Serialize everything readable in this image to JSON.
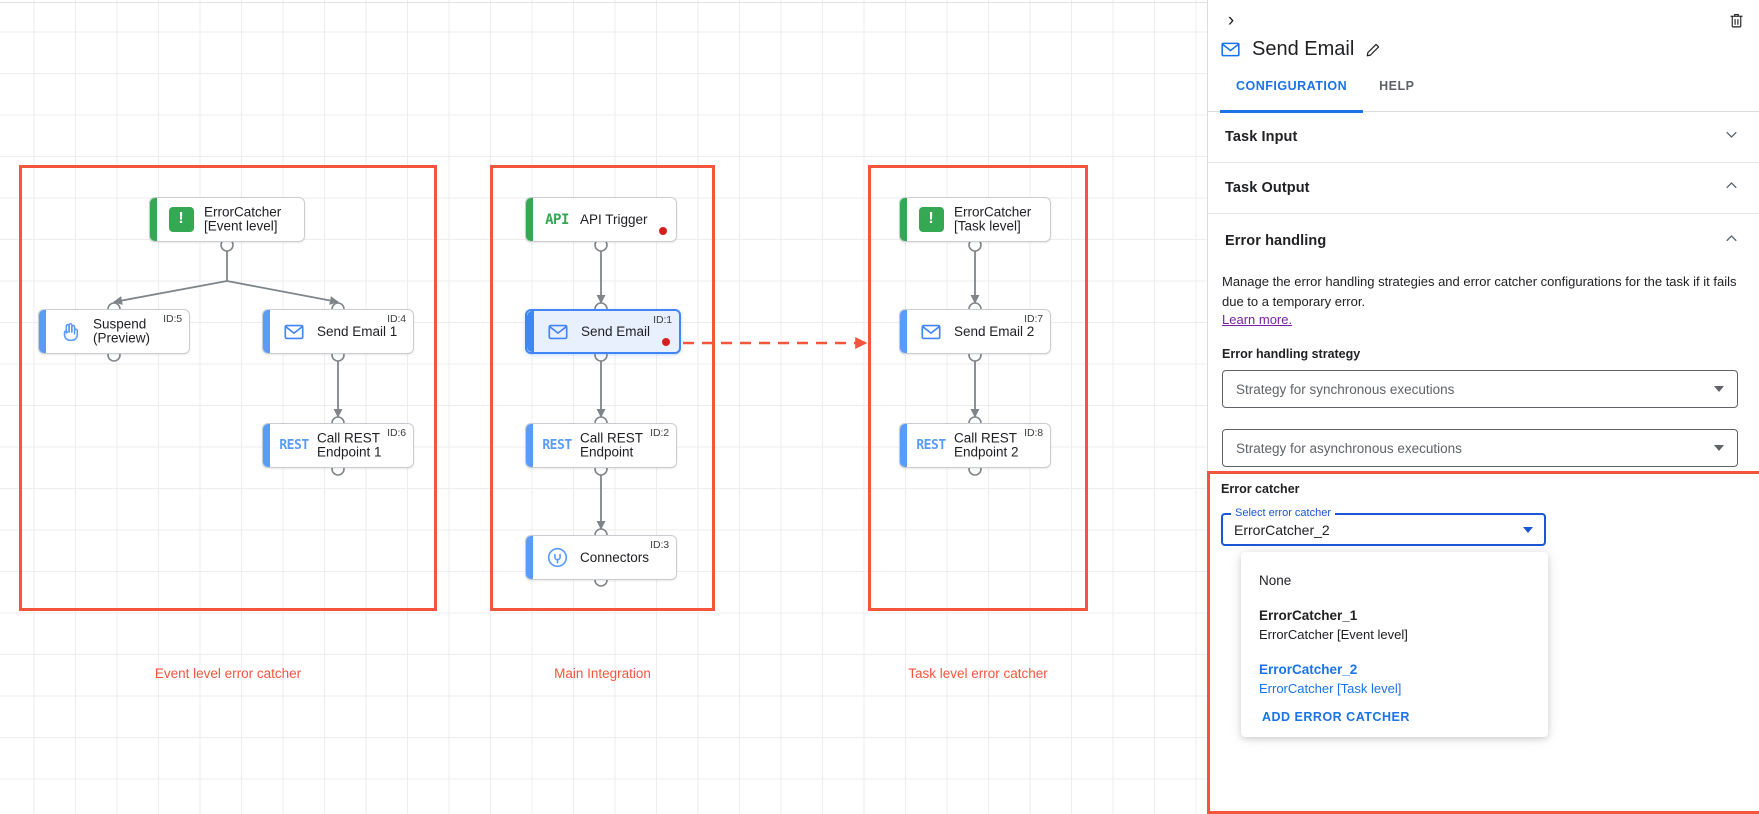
{
  "canvas": {
    "groups": [
      {
        "id": "event-level",
        "caption": "Event level error catcher"
      },
      {
        "id": "main-integration",
        "caption": "Main Integration"
      },
      {
        "id": "task-level",
        "caption": "Task level error catcher"
      }
    ],
    "nodes": {
      "error_catcher_event": {
        "label": "ErrorCatcher\n[Event level]",
        "icon": "error-catcher-icon",
        "id_badge": ""
      },
      "suspend": {
        "label": "Suspend\n(Preview)",
        "icon": "hand-icon",
        "id_badge": "ID:5"
      },
      "send_email_1": {
        "label": "Send Email 1",
        "icon": "envelope-icon",
        "id_badge": "ID:4"
      },
      "call_rest_1": {
        "label": "Call REST\nEndpoint 1",
        "icon": "rest-icon",
        "id_badge": "ID:6"
      },
      "api_trigger": {
        "label": "API Trigger",
        "icon": "api-icon",
        "id_badge": ""
      },
      "send_email": {
        "label": "Send Email",
        "icon": "envelope-icon",
        "id_badge": "ID:1"
      },
      "call_rest": {
        "label": "Call REST\nEndpoint",
        "icon": "rest-icon",
        "id_badge": "ID:2"
      },
      "connectors": {
        "label": "Connectors",
        "icon": "connectors-plug-icon",
        "id_badge": "ID:3"
      },
      "error_catcher_task": {
        "label": "ErrorCatcher\n[Task level]",
        "icon": "error-catcher-icon",
        "id_badge": ""
      },
      "send_email_2": {
        "label": "Send Email 2",
        "icon": "envelope-icon",
        "id_badge": "ID:7"
      },
      "call_rest_2": {
        "label": "Call REST\nEndpoint 2",
        "icon": "rest-icon",
        "id_badge": "ID:8"
      }
    },
    "icon_text": {
      "api": "API",
      "rest": "REST",
      "error_catcher": "!"
    }
  },
  "panel": {
    "title": "Send Email",
    "tabs": [
      {
        "key": "configuration",
        "label": "CONFIGURATION",
        "active": true
      },
      {
        "key": "help",
        "label": "HELP",
        "active": false
      }
    ],
    "sections": [
      {
        "key": "task_input",
        "title": "Task Input",
        "expanded": false
      },
      {
        "key": "task_output",
        "title": "Task Output",
        "expanded": true
      }
    ],
    "error_handling": {
      "title": "Error handling",
      "description": "Manage the error handling strategies and error catcher configurations for the task if it fails due to a temporary error.",
      "learn_more": "Learn more.",
      "strategy_label": "Error handling strategy",
      "sync_placeholder": "Strategy for synchronous executions",
      "async_placeholder": "Strategy for asynchronous executions"
    },
    "error_catcher": {
      "section_label": "Error catcher",
      "float_label": "Select error catcher",
      "value": "ErrorCatcher_2",
      "options": [
        {
          "primary": "None",
          "secondary": "",
          "selected": false,
          "bold": false
        },
        {
          "primary": "ErrorCatcher_1",
          "secondary": "ErrorCatcher [Event level]",
          "selected": false,
          "bold": true
        },
        {
          "primary": "ErrorCatcher_2",
          "secondary": "ErrorCatcher [Task level]",
          "selected": true,
          "bold": true
        }
      ],
      "add_action": "ADD ERROR CATCHER"
    }
  },
  "colors": {
    "accent_blue": "#1a73e8",
    "highlight_red": "#f4553d",
    "node_green": "#34a853",
    "node_blue": "#5b9bf8",
    "error_dot": "#d62020",
    "learn_more_purple": "#7b1fa2"
  }
}
